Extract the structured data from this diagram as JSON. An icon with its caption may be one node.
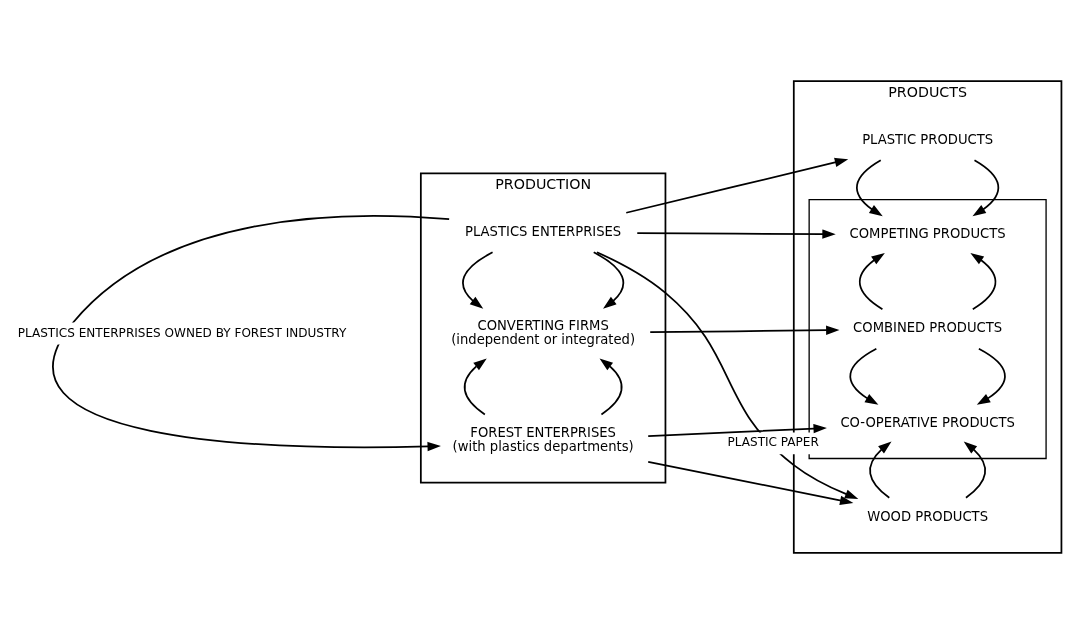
{
  "diagram": {
    "nodes": [
      {
        "text": [
          "PRODUCTION"
        ]
      },
      {
        "text": [
          "PLASTICS ENTERPRISES"
        ],
        "in": 0
      },
      {
        "text": [
          "CONVERTING FIRMS",
          "(independent or integrated)"
        ],
        "in": 0
      },
      {
        "text": [
          "FOREST ENTERPRISES",
          "(with plastics departments)"
        ],
        "in": 0
      },
      {
        "text": [
          "PRODUCTS"
        ]
      },
      {
        "text": [
          "PLASTIC PRODUCTS"
        ],
        "in": 4
      },
      {
        "text": [],
        "shape": "box",
        "in": 4
      },
      {
        "text": [
          "COMPETING PRODUCTS"
        ],
        "in": 6
      },
      {
        "text": [
          "COMBINED PRODUCTS"
        ],
        "in": 6
      },
      {
        "text": [
          "CO-OPERATIVE PRODUCTS"
        ],
        "in": 6
      },
      {
        "text": [
          "WOOD PRODUCTS"
        ],
        "in": 4
      }
    ],
    "edges": [
      {
        "from": 1,
        "to": 3,
        "arrow": "to",
        "label": "PLASTICS ENTERPRISES OWNED BY FOREST INDUSTRY"
      },
      {
        "from": 1,
        "to": 2,
        "arrow": "to"
      },
      {
        "from": 1,
        "to": 2,
        "arrow": "to"
      },
      {
        "from": 3,
        "to": 2,
        "arrow": "to"
      },
      {
        "from": 3,
        "to": 2,
        "arrow": "to"
      },
      {
        "from": 1,
        "to": 5,
        "arrow": "to"
      },
      {
        "from": 1,
        "to": 7,
        "arrow": "to"
      },
      {
        "from": 1,
        "to": 10,
        "arrow": "to",
        "label": "PLASTIC PAPER"
      },
      {
        "from": 2,
        "to": 8,
        "arrow": "to"
      },
      {
        "from": 3,
        "to": 9,
        "arrow": "to"
      },
      {
        "from": 3,
        "to": 10,
        "arrow": "to"
      },
      {
        "from": 5,
        "to": 7,
        "arrow": "to"
      },
      {
        "from": 5,
        "to": 7,
        "arrow": "to"
      },
      {
        "from": 8,
        "to": 7,
        "arrow": "to"
      },
      {
        "from": 8,
        "to": 7,
        "arrow": "to"
      },
      {
        "from": 8,
        "to": 9,
        "arrow": "to"
      },
      {
        "from": 8,
        "to": 9,
        "arrow": "to"
      },
      {
        "from": 10,
        "to": 9,
        "arrow": "to"
      },
      {
        "from": 10,
        "to": 9,
        "arrow": "to"
      }
    ]
  }
}
